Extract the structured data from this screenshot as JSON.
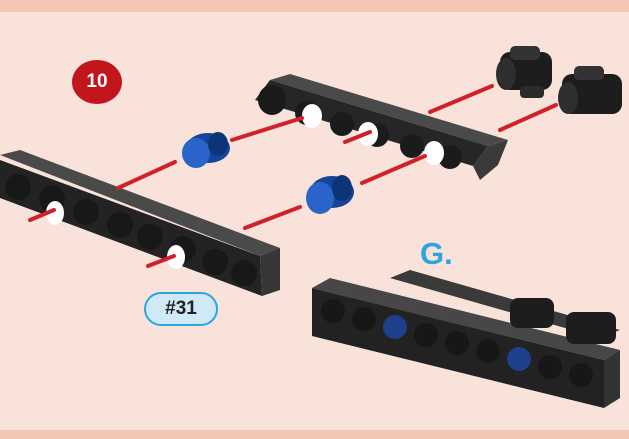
{
  "step": {
    "number": "10"
  },
  "subassembly": {
    "label": "G."
  },
  "part": {
    "label": "#31"
  },
  "colors": {
    "background": "#f9e2d9",
    "frame": "#f4c7b4",
    "step_badge": "#c0161c",
    "accent_blue": "#2aa6e0",
    "guide_line": "#d0202a",
    "beam": "#2a2a2a",
    "bushing": "#1f55b5"
  }
}
